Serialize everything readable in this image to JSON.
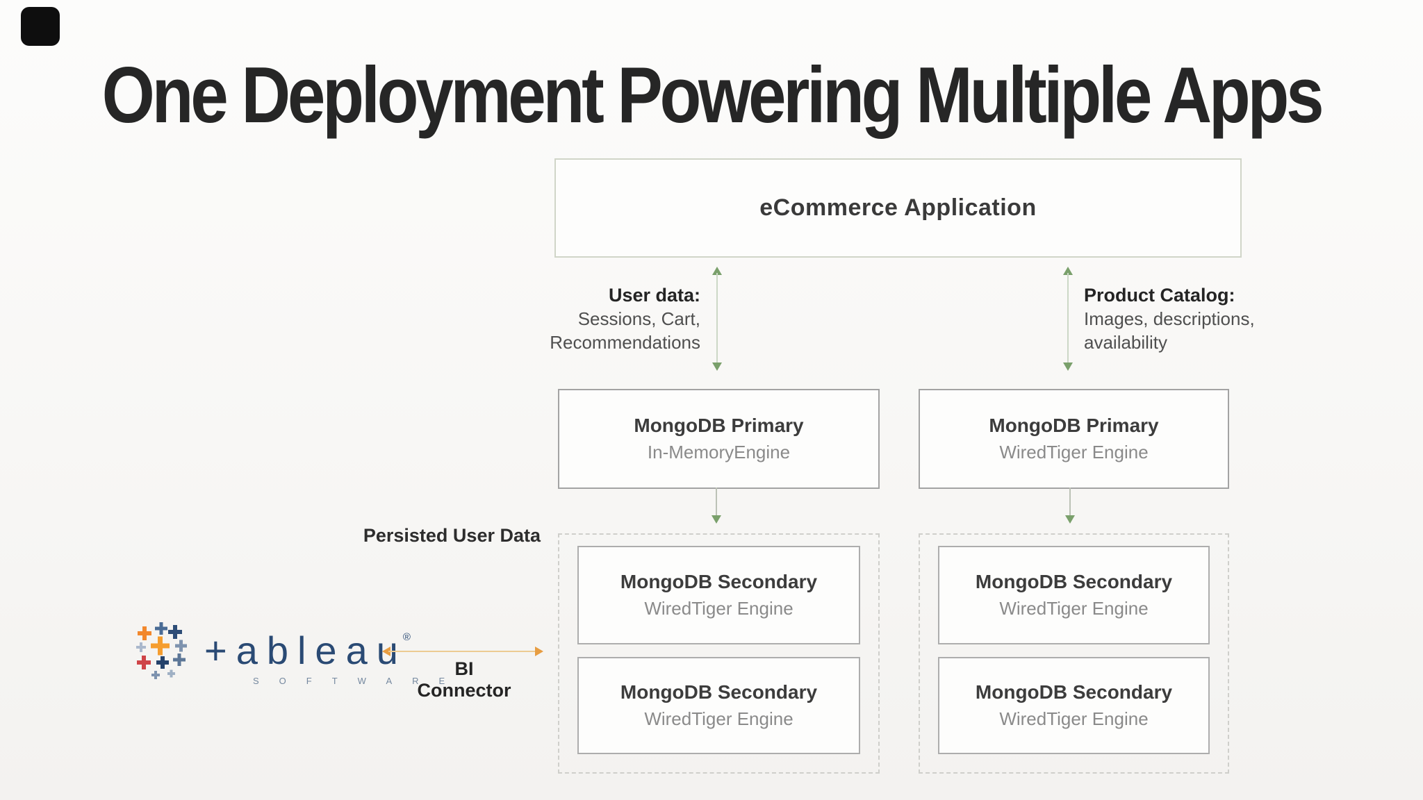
{
  "title": "One Deployment Powering Multiple Apps",
  "app_box": {
    "label": "eCommerce Application"
  },
  "flows": {
    "user_data": {
      "heading": "User data:",
      "line1": "Sessions, Cart,",
      "line2": "Recommendations"
    },
    "product_catalog": {
      "heading": "Product Catalog:",
      "line1": "Images, descriptions,",
      "line2": "availability"
    }
  },
  "nodes": {
    "primary_left": {
      "title": "MongoDB Primary",
      "engine": "In-MemoryEngine"
    },
    "primary_right": {
      "title": "MongoDB Primary",
      "engine": "WiredTiger Engine"
    },
    "secondary_left_1": {
      "title": "MongoDB Secondary",
      "engine": "WiredTiger Engine"
    },
    "secondary_left_2": {
      "title": "MongoDB Secondary",
      "engine": "WiredTiger Engine"
    },
    "secondary_right_1": {
      "title": "MongoDB Secondary",
      "engine": "WiredTiger Engine"
    },
    "secondary_right_2": {
      "title": "MongoDB Secondary",
      "engine": "WiredTiger Engine"
    }
  },
  "labels": {
    "persisted": "Persisted User Data",
    "bi_connector": "BI Connector"
  },
  "tableau": {
    "wordmark": "+ableau",
    "registered": "®",
    "software": "SOFTWARE"
  },
  "colors": {
    "arrow_green": "#7aa06b",
    "arrow_orange": "#e79d42",
    "tableau_navy": "#2a4a74",
    "tableau_orange": "#f59d2e",
    "tableau_red": "#cf4448"
  }
}
